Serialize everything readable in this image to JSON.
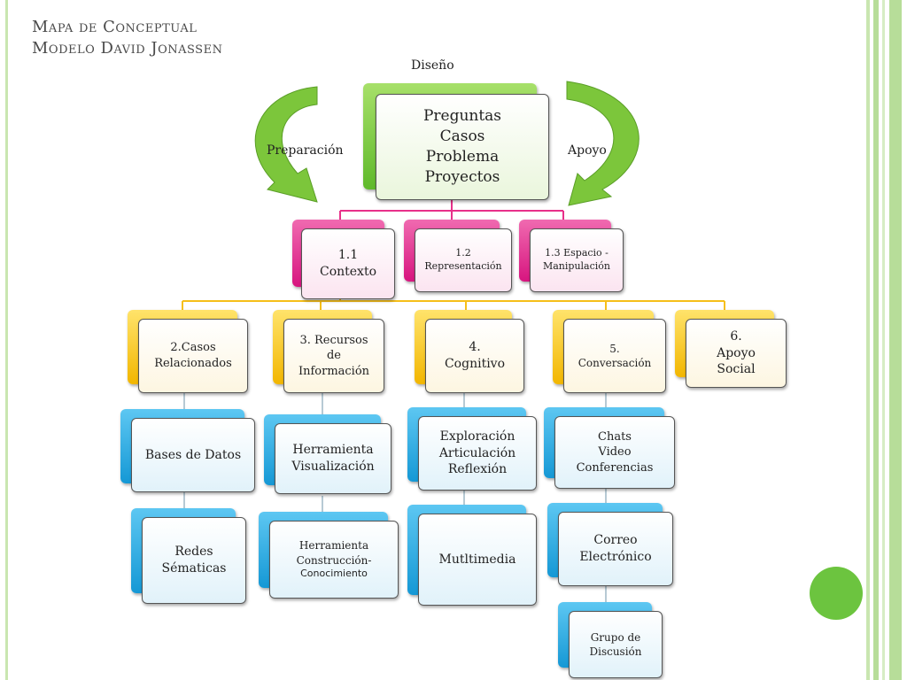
{
  "title": {
    "line1": "Mapa  de Conceptual",
    "line2": "Modelo David Jonassen"
  },
  "labels": {
    "diseno": "Diseño",
    "preparacion": "Preparación",
    "apoyo": "Apoyo"
  },
  "top": {
    "lines": [
      "Preguntas",
      "Casos",
      "Problema",
      "Proyectos"
    ]
  },
  "level1": {
    "contexto": [
      "1.1",
      "Contexto"
    ],
    "representacion": [
      "1.2",
      "Representación"
    ],
    "espacio": [
      "1.3 Espacio -",
      "Manipulación"
    ]
  },
  "level2": {
    "casos": [
      "2.Casos",
      "Relacionados"
    ],
    "recursos": [
      "3. Recursos",
      "de",
      "Información"
    ],
    "cognitivo": [
      "4.",
      "Cognitivo"
    ],
    "conversacion": [
      "5.",
      "Conversación"
    ],
    "apoyo_social": [
      "6.",
      "Apoyo",
      "Social"
    ]
  },
  "level3": {
    "bases": [
      "Bases de Datos"
    ],
    "herr_vis": [
      "Herramienta",
      "Visualización"
    ],
    "exploracion": [
      "Exploración",
      "Articulación",
      "Reflexión"
    ],
    "chats": [
      "Chats",
      "Video",
      "Conferencias"
    ]
  },
  "level4": {
    "redes": [
      "Redes",
      "Sématicas"
    ],
    "herr_con": [
      "Herramienta",
      "Construcción-",
      "Conocimiento"
    ],
    "multimedia": [
      "Mutltimedia"
    ],
    "correo": [
      "Correo",
      "Electrónico"
    ]
  },
  "level5": {
    "grupo": [
      "Grupo de",
      "Discusión"
    ]
  },
  "colors": {
    "green": "#5fb92a",
    "magenta": "#d7157f",
    "yellow": "#f2b600",
    "blue": "#1598d5",
    "line_magenta": "#e8308a",
    "line_yellow": "#f6bf1a",
    "decor_green": "#b7dd99"
  }
}
